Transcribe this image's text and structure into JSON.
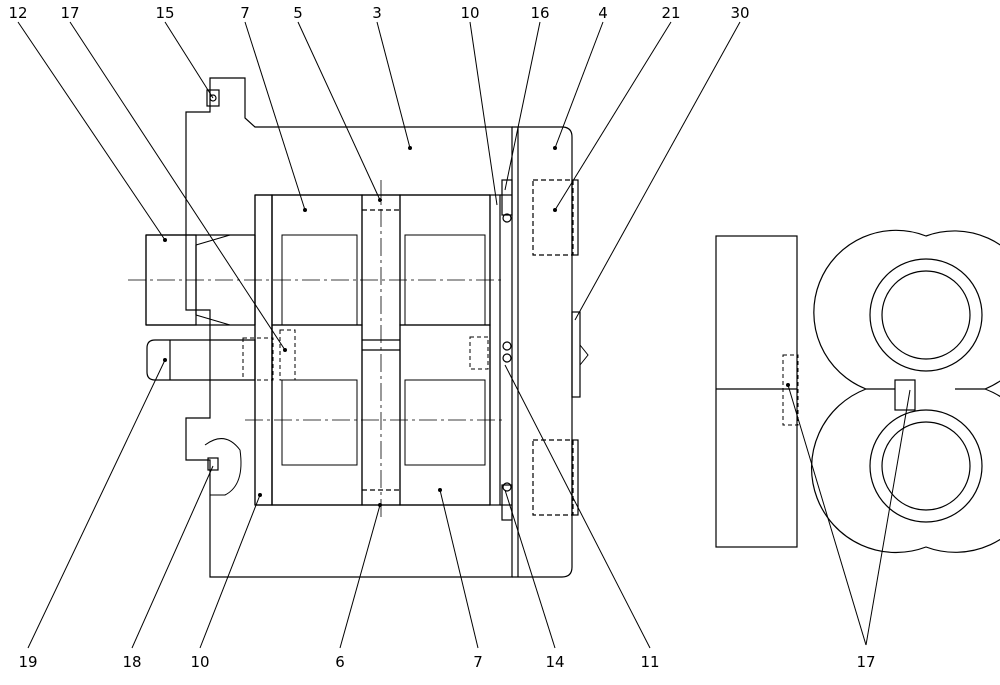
{
  "drawing": {
    "top_labels": [
      "12",
      "17",
      "15",
      "7",
      "5",
      "3",
      "10",
      "16",
      "4",
      "21",
      "30"
    ],
    "bottom_labels": [
      "19",
      "18",
      "10",
      "6",
      "7",
      "14",
      "11",
      "17"
    ]
  }
}
